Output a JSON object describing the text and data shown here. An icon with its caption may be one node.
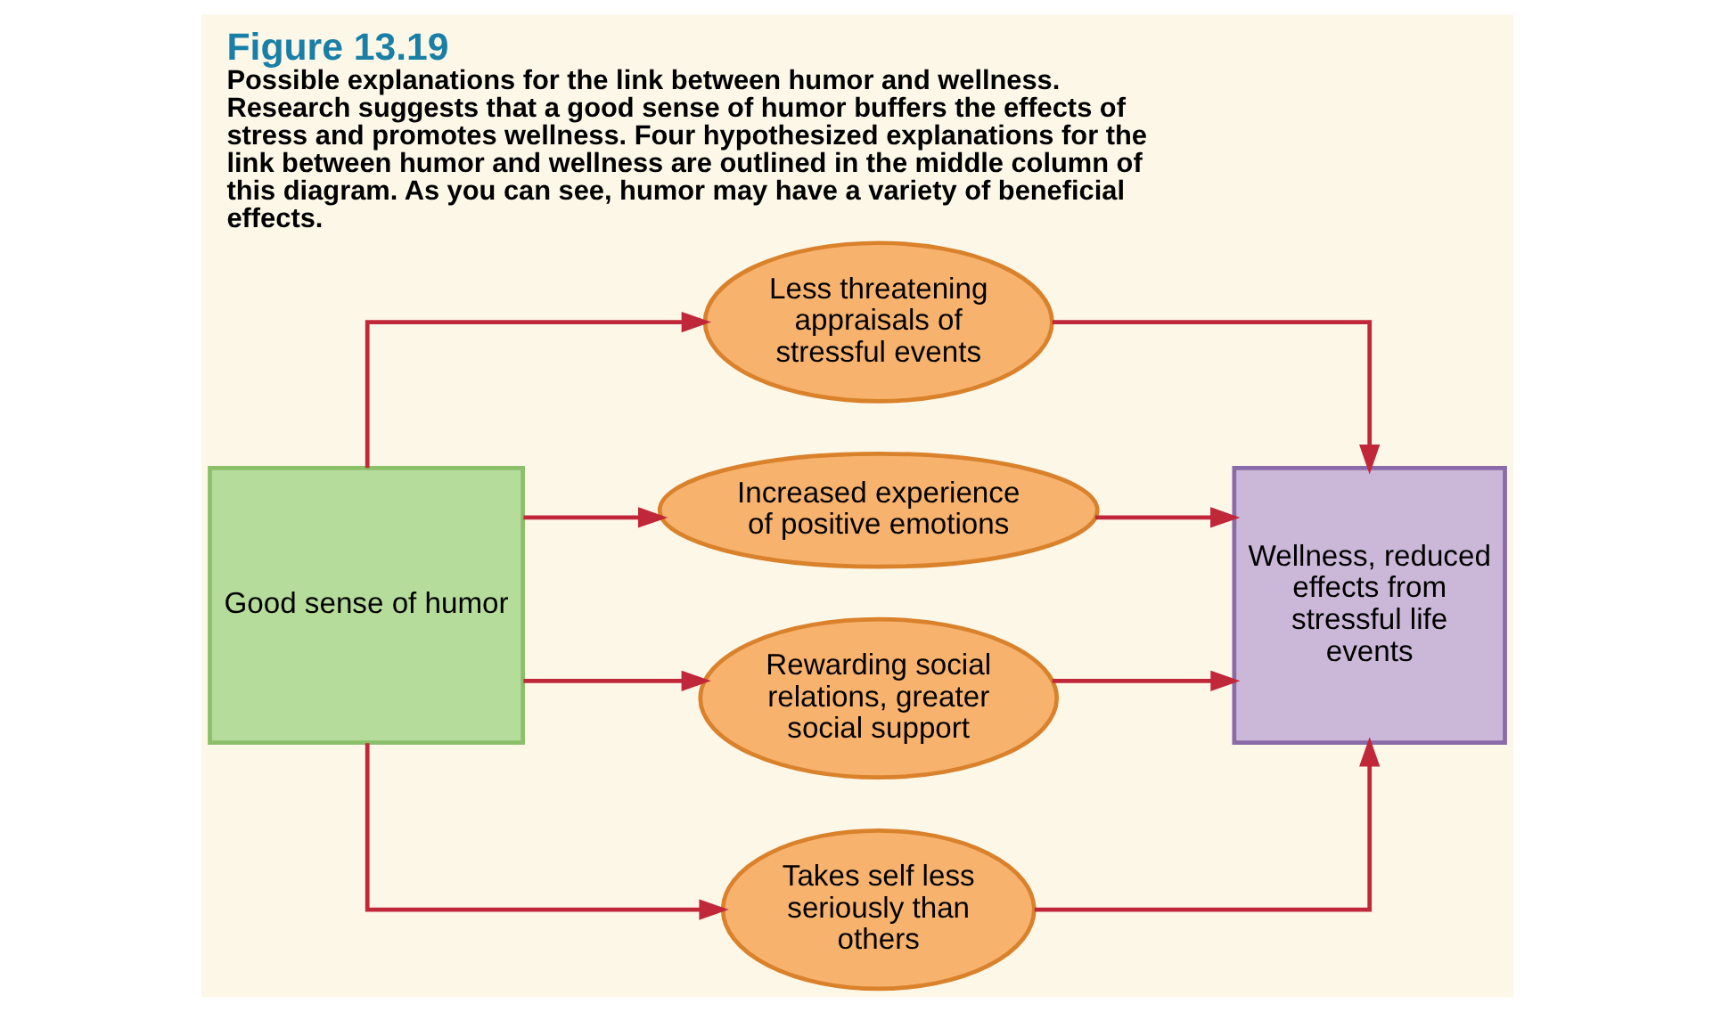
{
  "diagram": {
    "title": "Figure 13.19",
    "caption": "Possible explanations for the link between humor and wellness. Research suggests that a good sense of humor buffers the effects of stress and promotes wellness. Four hypothesized explanations for the link between humor and wellness are outlined in the middle column of this diagram. As you can see, humor may have a variety of beneficial effects.",
    "nodes": [
      {
        "text": [
          "Good sense of humor"
        ]
      },
      {
        "text": [
          "Less threatening appraisals of stressful events"
        ]
      },
      {
        "text": [
          "Increased experience of positive emotions"
        ]
      },
      {
        "text": [
          "Rewarding social relations, greater social support"
        ]
      },
      {
        "text": [
          "Takes self less seriously than others"
        ]
      },
      {
        "text": [
          "Wellness, reduced effects from stressful life events"
        ]
      }
    ],
    "edges": [
      {
        "from": 0,
        "to": 1,
        "arrow": "to"
      },
      {
        "from": 0,
        "to": 2,
        "arrow": "to"
      },
      {
        "from": 0,
        "to": 3,
        "arrow": "to"
      },
      {
        "from": 0,
        "to": 4,
        "arrow": "to"
      },
      {
        "from": 1,
        "to": 5,
        "arrow": "to"
      },
      {
        "from": 2,
        "to": 5,
        "arrow": "to"
      },
      {
        "from": 3,
        "to": 5,
        "arrow": "to"
      },
      {
        "from": 4,
        "to": 5,
        "arrow": "to"
      }
    ]
  }
}
